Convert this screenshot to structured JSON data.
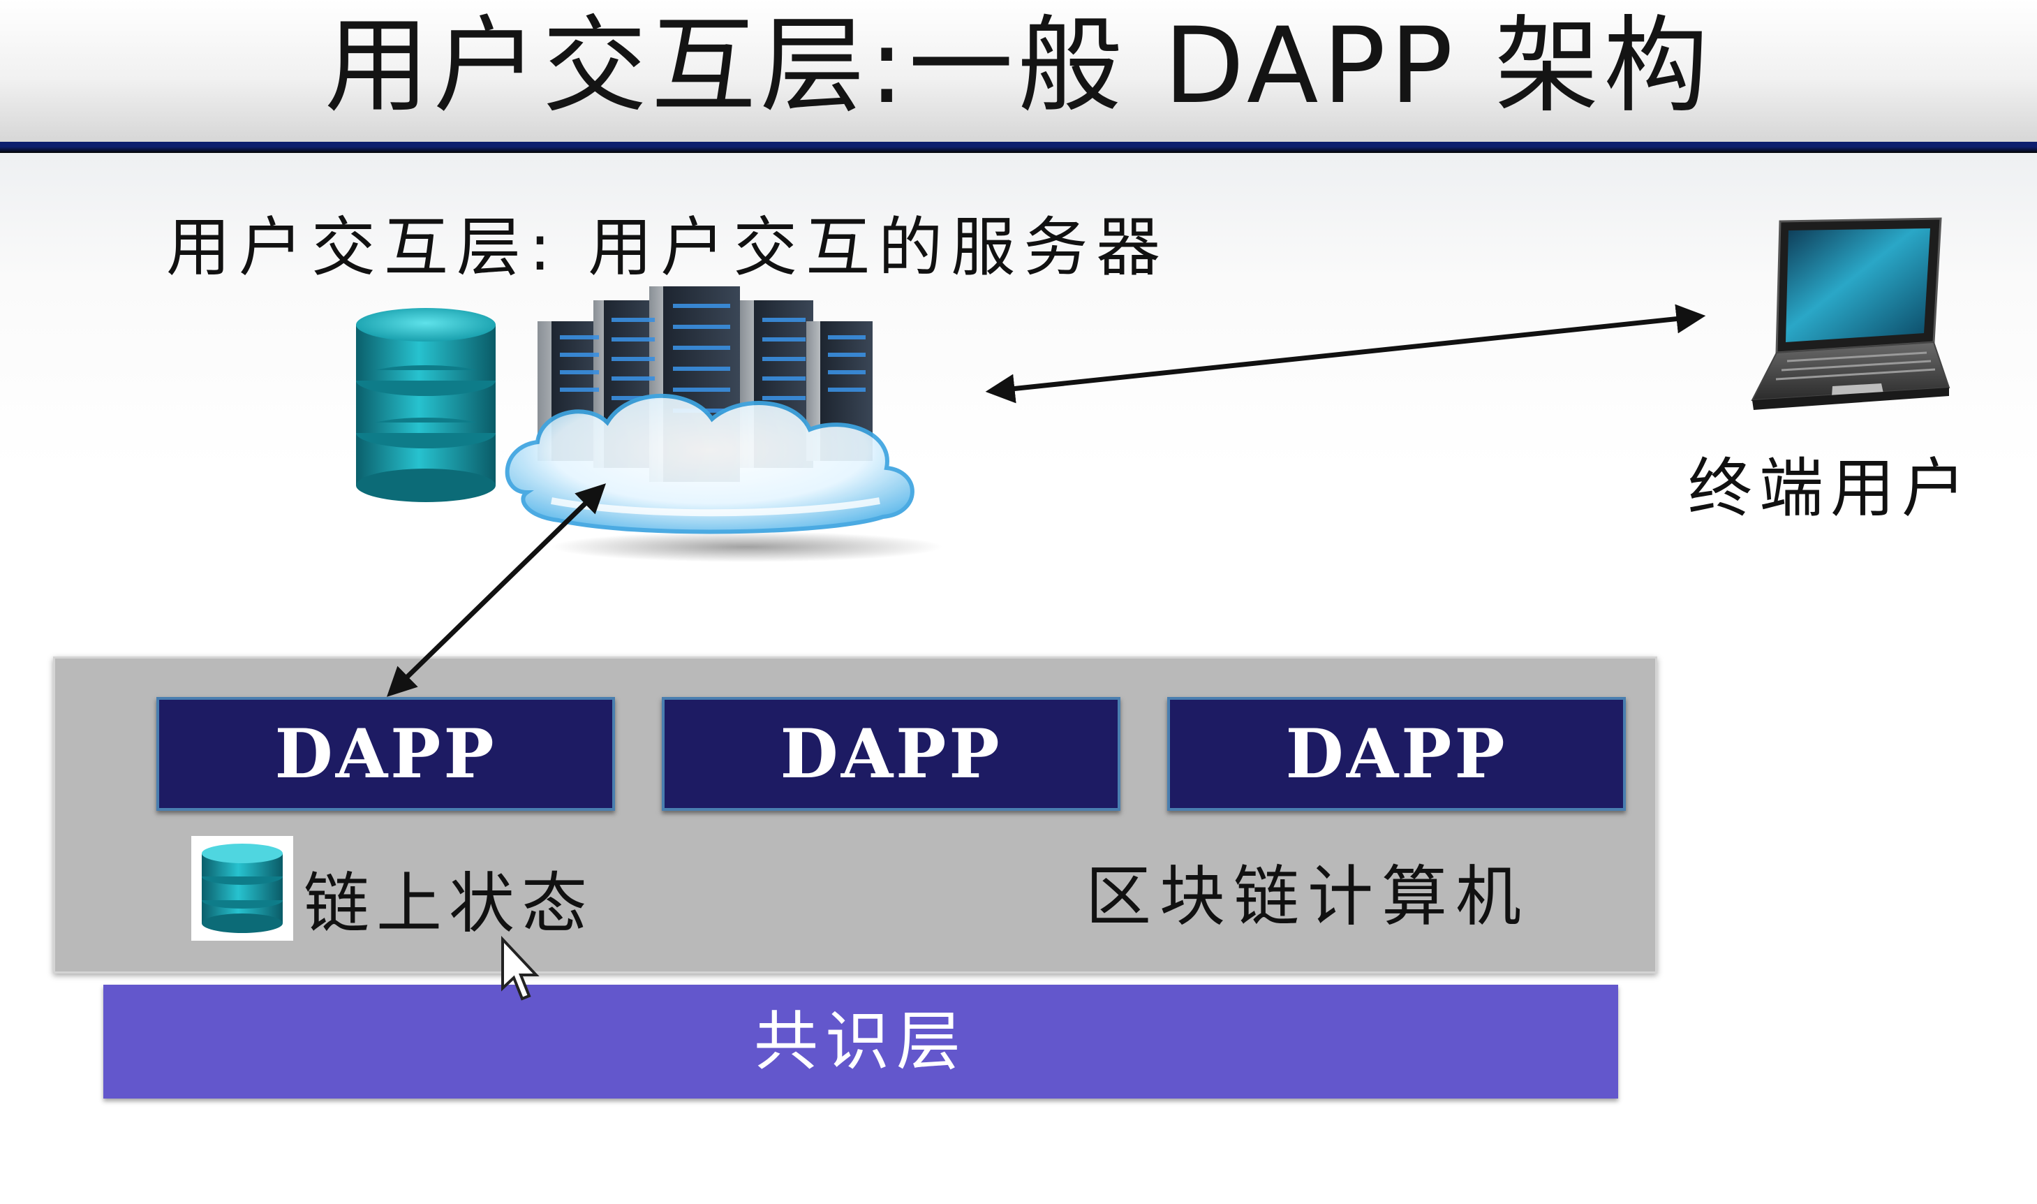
{
  "slide": {
    "title": "用户交互层:一般 DAPP 架构",
    "server_label": "用户交互层: 用户交互的服务器",
    "end_user_label": "终端用户"
  },
  "blockchain_computer": {
    "dapps": [
      {
        "label": "DAPP"
      },
      {
        "label": "DAPP"
      },
      {
        "label": "DAPP"
      }
    ],
    "chain_state_label": "链上状态",
    "computer_label": "区块链计算机"
  },
  "consensus_layer": {
    "label": "共识层"
  },
  "colors": {
    "title_rule": "#0c1f6e",
    "dapp_box": "#1d1b63",
    "consensus_bar": "#6357cc",
    "blockchain_panel": "#b9b9b9",
    "database_teal": "#1aa6b4",
    "cloud_blue": "#4ab0e6"
  },
  "icons": {
    "database": "database-icon",
    "server_cloud": "server-cloud-icon",
    "laptop": "laptop-icon",
    "cursor": "mouse-cursor-icon"
  }
}
